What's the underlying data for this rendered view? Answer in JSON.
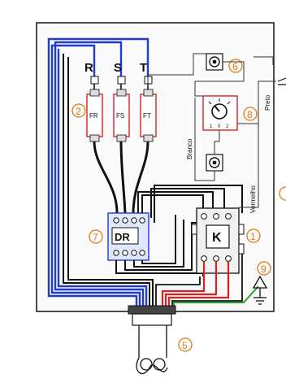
{
  "phases": [
    "R",
    "S",
    "T"
  ],
  "fuses": [
    "FR",
    "FS",
    "FT"
  ],
  "components": {
    "overload_relay": "DR",
    "contactor": "K"
  },
  "callouts": [
    "1",
    "2",
    "5",
    "6",
    "7",
    "8",
    "9"
  ],
  "selector": {
    "positions": [
      "1",
      "0",
      "2"
    ]
  },
  "wires": {
    "branco": "Branco",
    "preto": "Preto",
    "vermelho": "Vermelho"
  },
  "colors": {
    "blue": "#1f3bd0",
    "red": "#e02020",
    "green": "#26a626",
    "black": "#111111",
    "callout": "#e07a10"
  }
}
